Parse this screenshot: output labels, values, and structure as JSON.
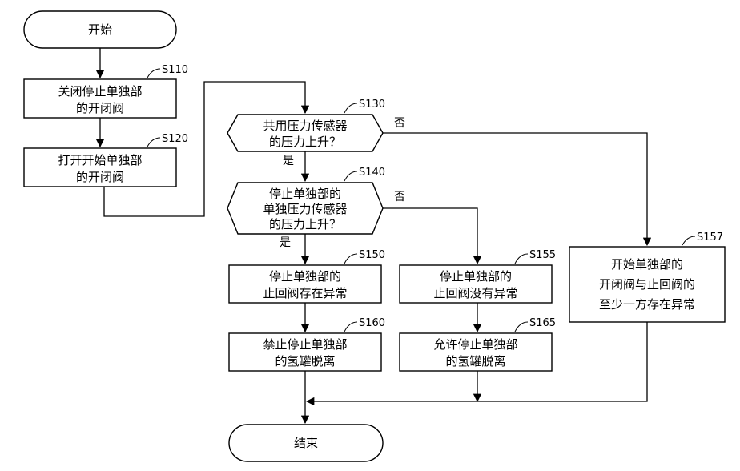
{
  "start": "开始",
  "end": "结束",
  "yes_label": "是",
  "no_label": "否",
  "steps": {
    "s110": {
      "label": "S110",
      "lines": [
        "关闭停止单独部",
        "的开闭阀"
      ]
    },
    "s120": {
      "label": "S120",
      "lines": [
        "打开开始单独部",
        "的开闭阀"
      ]
    },
    "s130": {
      "label": "S130",
      "lines": [
        "共用压力传感器",
        "的压力上升？"
      ]
    },
    "s140": {
      "label": "S140",
      "lines": [
        "停止单独部的",
        "单独压力传感器",
        "的压力上升？"
      ]
    },
    "s150": {
      "label": "S150",
      "lines": [
        "停止单独部的",
        "止回阀存在异常"
      ]
    },
    "s155": {
      "label": "S155",
      "lines": [
        "停止单独部的",
        "止回阀没有异常"
      ]
    },
    "s157": {
      "label": "S157",
      "lines": [
        "开始单独部的",
        "开闭阀与止回阀的",
        "至少一方存在异常"
      ]
    },
    "s160": {
      "label": "S160",
      "lines": [
        "禁止停止单独部",
        "的氢罐脱离"
      ]
    },
    "s165": {
      "label": "S165",
      "lines": [
        "允许停止单独部",
        "的氢罐脱离"
      ]
    }
  }
}
